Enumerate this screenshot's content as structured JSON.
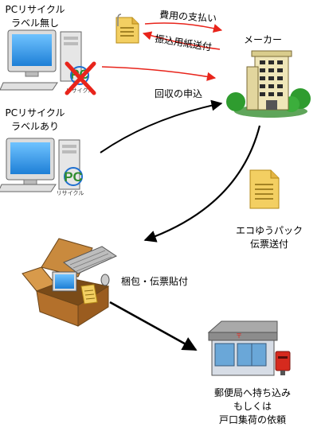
{
  "nodes": {
    "pc_no_label": {
      "line1": "PCリサイクル",
      "line2": "ラベル無し",
      "badge": "リサイクル"
    },
    "pc_with_label": {
      "line1": "PCリサイクル",
      "line2": "ラベルあり",
      "badge": "リサイクル"
    },
    "maker": {
      "label": "メーカー"
    },
    "ecopack": {
      "line1": "エコゆうパック",
      "line2": "伝票送付"
    },
    "packing": {
      "label": "梱包・伝票貼付"
    },
    "post": {
      "line1": "郵便局へ持ち込み",
      "line2": "もしくは",
      "line3": "戸口集荷の依頼"
    }
  },
  "edges": {
    "fee_payment": "費用の支払い",
    "transfer_form": "振込用紙送付",
    "collection_request": "回収の申込"
  },
  "colors": {
    "red_arrow": "#e8241b",
    "black_arrow": "#000000",
    "document": "#f3cf62",
    "building_green": "#2f9c2f"
  }
}
